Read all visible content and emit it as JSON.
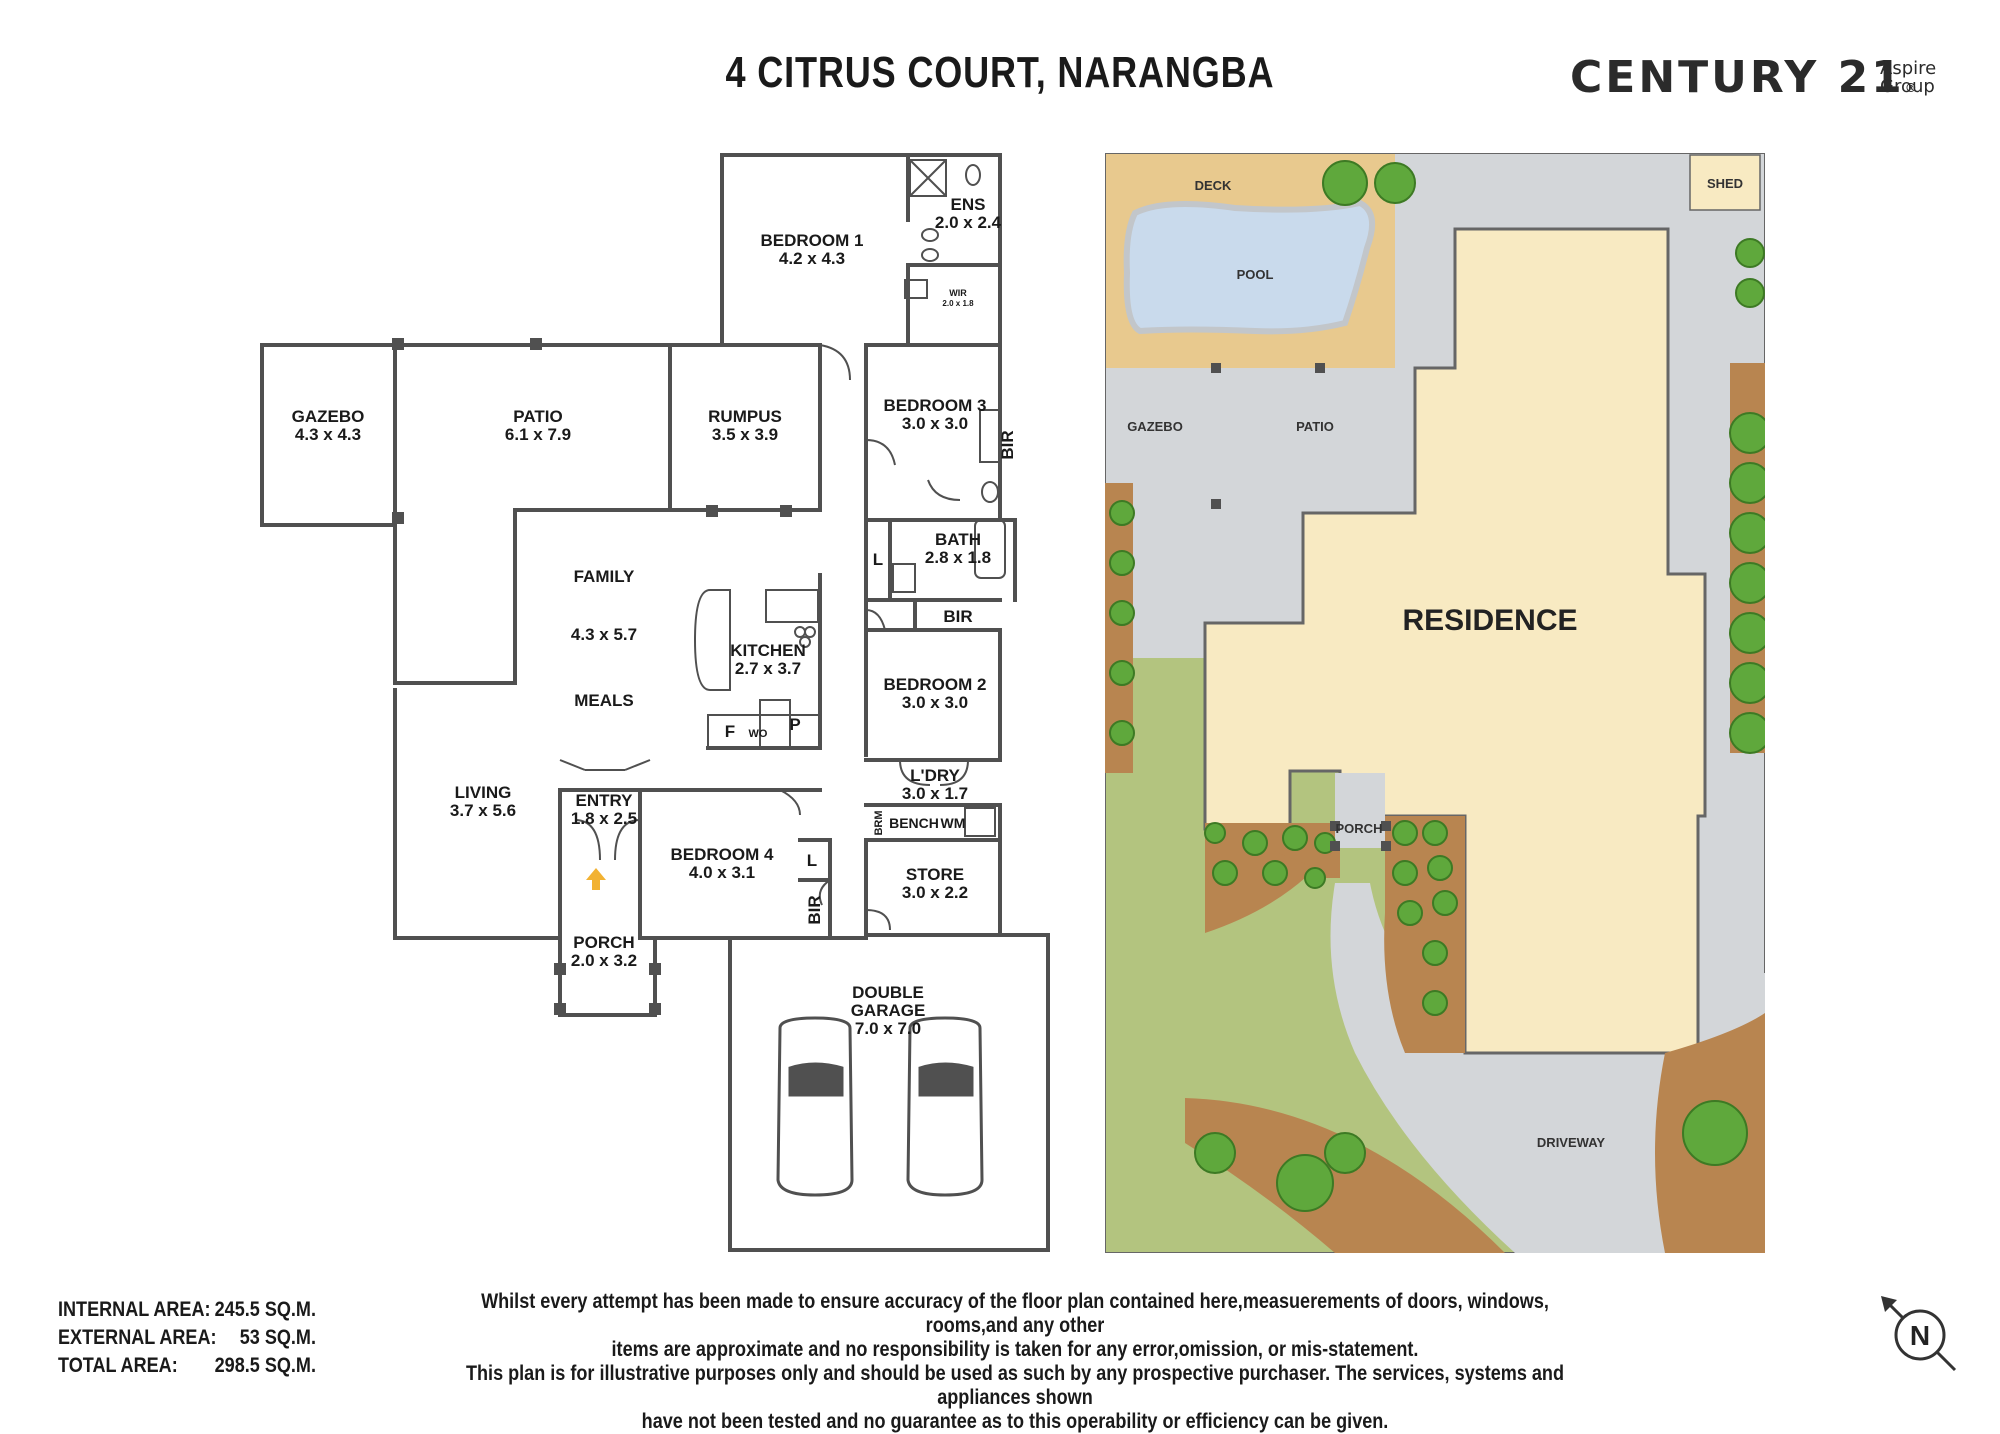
{
  "title": "4 CITRUS COURT, NARANGBA",
  "brand": {
    "name": "CENTURY 21",
    "reg": "®",
    "sub1": "Aspire",
    "sub2": "Group"
  },
  "floorplan": {
    "rooms": {
      "bedroom1": {
        "name": "BEDROOM 1",
        "dims": "4.2 x 4.3"
      },
      "ens": {
        "name": "ENS",
        "dims": "2.0 x 2.4"
      },
      "wir": {
        "name": "WIR",
        "dims": "2.0 x 1.8"
      },
      "gazebo": {
        "name": "GAZEBO",
        "dims": "4.3 x 4.3"
      },
      "patio": {
        "name": "PATIO",
        "dims": "6.1 x 7.9"
      },
      "rumpus": {
        "name": "RUMPUS",
        "dims": "3.5 x 3.9"
      },
      "bedroom3": {
        "name": "BEDROOM 3",
        "dims": "3.0 x 3.0"
      },
      "bir": "BIR",
      "bath": {
        "name": "BATH",
        "dims": "2.8 x 1.8"
      },
      "l": "L",
      "family": {
        "name": "FAMILY",
        "dims": "4.3 x 5.7"
      },
      "meals": "MEALS",
      "kitchen": {
        "name": "KITCHEN",
        "dims": "2.7 x 3.7"
      },
      "f": "F",
      "wo": "WO",
      "p": "P",
      "bedroom2": {
        "name": "BEDROOM 2",
        "dims": "3.0 x 3.0"
      },
      "ldry": {
        "name": "L'DRY",
        "dims": "3.0 x 1.7"
      },
      "brm": "BRM",
      "bench": "BENCH",
      "wm": "WM",
      "living": {
        "name": "LIVING",
        "dims": "3.7 x 5.6"
      },
      "entry": {
        "name": "ENTRY",
        "dims": "1.8 x 2.5"
      },
      "bedroom4": {
        "name": "BEDROOM 4",
        "dims": "4.0 x 3.1"
      },
      "store": {
        "name": "STORE",
        "dims": "3.0 x 2.2"
      },
      "porch": {
        "name": "PORCH",
        "dims": "2.0 x 3.2"
      },
      "garage": {
        "name1": "DOUBLE",
        "name2": "GARAGE",
        "dims": "7.0 x 7.0"
      }
    }
  },
  "siteplan": {
    "labels": {
      "deck": "DECK",
      "pool": "POOL",
      "shed": "SHED",
      "gazebo": "GAZEBO",
      "patio": "PATIO",
      "residence": "RESIDENCE",
      "porch": "PORCH",
      "driveway": "DRIVEWAY"
    }
  },
  "areas": [
    {
      "label": "INTERNAL AREA:",
      "value": "245.5 SQ.M."
    },
    {
      "label": "EXTERNAL AREA:",
      "value": "53 SQ.M."
    },
    {
      "label": "TOTAL AREA:",
      "value": "298.5 SQ.M."
    }
  ],
  "disclaimer": {
    "line1": "Whilst every attempt has been made to ensure accuracy of the floor plan contained here,measuerements of doors, windows, rooms,and any other",
    "line2": "items are approximate  and no responsibility is taken for any error,omission, or mis-statement.",
    "line3": "This plan is for illustrative purposes only and should be used as such by any prospective purchaser. The services, systems and appliances shown",
    "line4": "have not been tested and no guarantee as to this operability or efficiency can be given."
  },
  "compass": {
    "letter": "N"
  },
  "colors": {
    "wall": "#505050",
    "residence": "#f8eac2",
    "paving": "#d3d6d9",
    "lawn": "#b3c47f",
    "pool": "#c9daec",
    "deck": "#e8c98e",
    "mulch": "#b88550",
    "shrub": "#5fa83c"
  }
}
